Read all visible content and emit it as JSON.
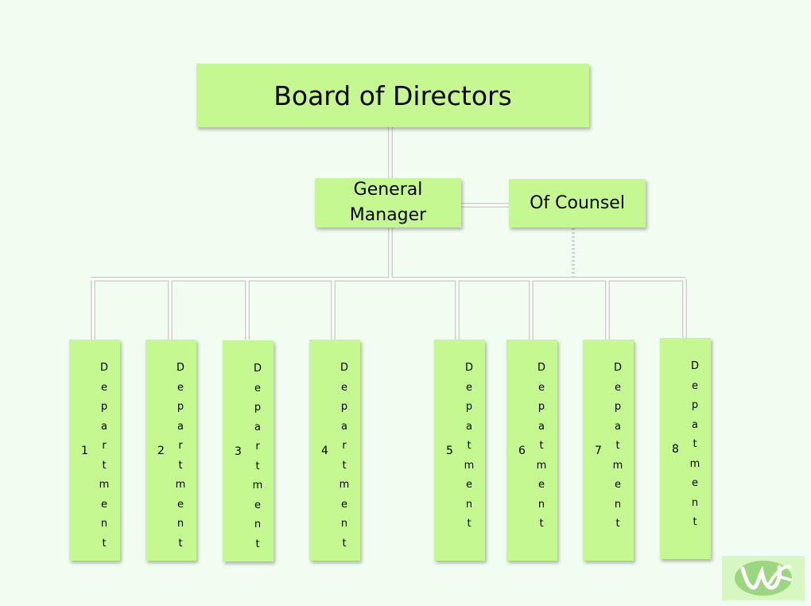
{
  "board": {
    "label": "Board of Directors"
  },
  "general_manager": {
    "line1": "General",
    "line2": "Manager"
  },
  "counsel": {
    "label": "Of Counsel"
  },
  "departments": [
    {
      "number": "1",
      "word": "Department"
    },
    {
      "number": "2",
      "word": "Department"
    },
    {
      "number": "3",
      "word": "Department"
    },
    {
      "number": "4",
      "word": "Department"
    },
    {
      "number": "5",
      "word": "Depatment"
    },
    {
      "number": "6",
      "word": "Depatment"
    },
    {
      "number": "7",
      "word": "Depatment"
    },
    {
      "number": "8",
      "word": "Depatment"
    }
  ],
  "colors": {
    "background": "#f0fdf0",
    "box": "#c5f891",
    "connector": "#ffffff",
    "connector_outline": "#c9d3c9"
  },
  "logo": {
    "icon": "wa-logo-icon"
  }
}
